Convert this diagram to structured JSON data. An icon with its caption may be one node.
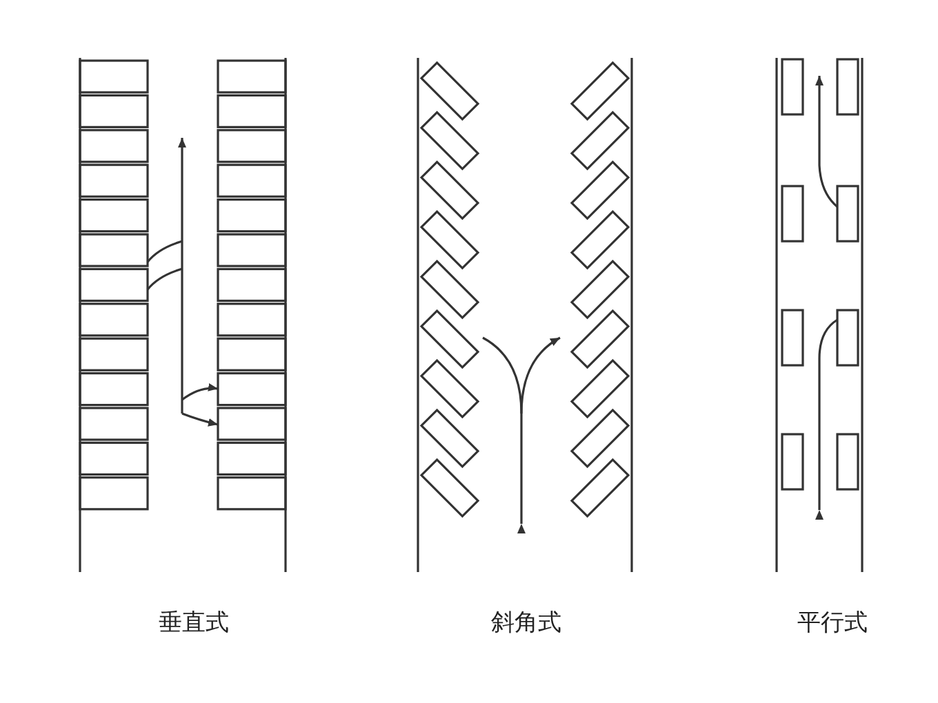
{
  "diagram": {
    "labels": [
      "垂直式",
      "斜角式",
      "平行式"
    ]
  }
}
